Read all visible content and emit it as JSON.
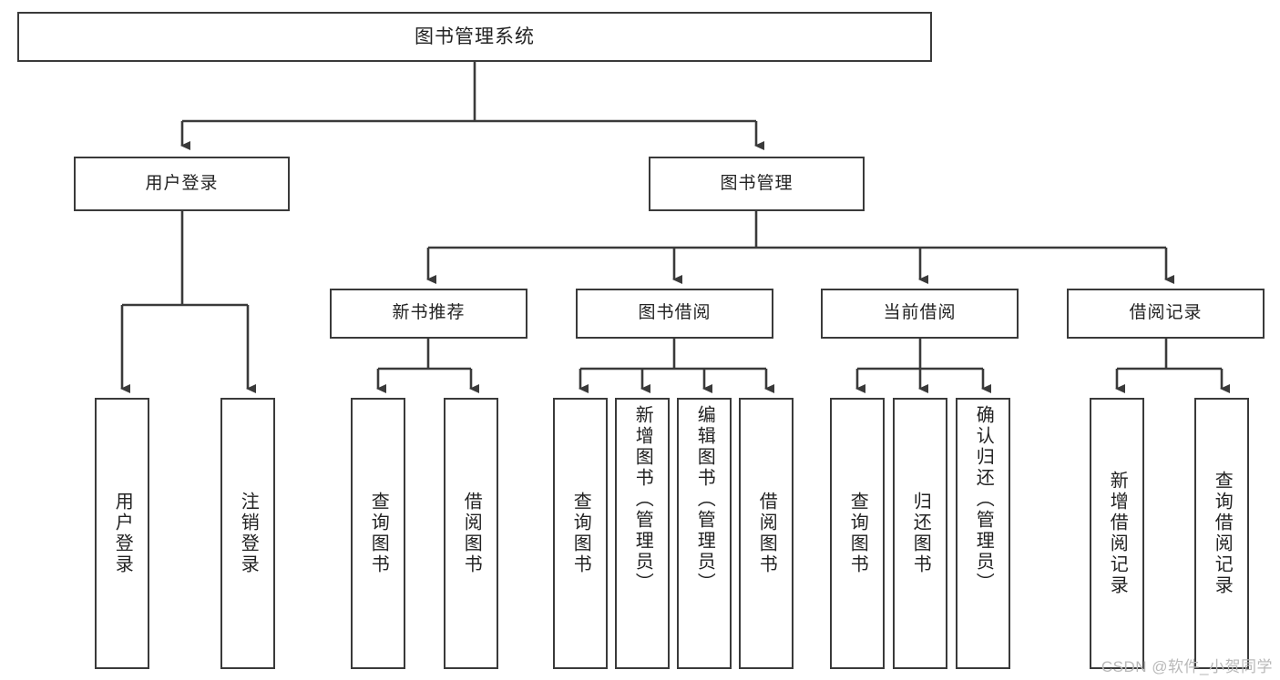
{
  "diagram": {
    "type": "tree",
    "title": "图书管理系统",
    "root": {
      "id": "root",
      "label": "图书管理系统",
      "orientation": "horizontal"
    },
    "level1": [
      {
        "id": "user-login",
        "label": "用户登录",
        "orientation": "horizontal"
      },
      {
        "id": "book-manage",
        "label": "图书管理",
        "orientation": "horizontal"
      }
    ],
    "level2": [
      {
        "id": "new-book-recommend",
        "label": "新书推荐",
        "orientation": "horizontal",
        "parent": "book-manage"
      },
      {
        "id": "book-borrow",
        "label": "图书借阅",
        "orientation": "horizontal",
        "parent": "book-manage"
      },
      {
        "id": "current-borrow",
        "label": "当前借阅",
        "orientation": "horizontal",
        "parent": "book-manage"
      },
      {
        "id": "borrow-record",
        "label": "借阅记录",
        "orientation": "horizontal",
        "parent": "book-manage"
      }
    ],
    "leaves": [
      {
        "id": "leaf-user-login",
        "label": "用户登录",
        "parent": "user-login",
        "orientation": "vertical"
      },
      {
        "id": "leaf-user-logout",
        "label": "注销登录",
        "parent": "user-login",
        "orientation": "vertical"
      },
      {
        "id": "leaf-query-book-1",
        "label": "查询图书",
        "parent": "new-book-recommend",
        "orientation": "vertical"
      },
      {
        "id": "leaf-borrow-book-1",
        "label": "借阅图书",
        "parent": "new-book-recommend",
        "orientation": "vertical"
      },
      {
        "id": "leaf-query-book-2",
        "label": "查询图书",
        "parent": "book-borrow",
        "orientation": "vertical"
      },
      {
        "id": "leaf-add-book",
        "label": "新增图书（管理员）",
        "parent": "book-borrow",
        "orientation": "vertical"
      },
      {
        "id": "leaf-edit-book",
        "label": "编辑图书（管理员）",
        "parent": "book-borrow",
        "orientation": "vertical"
      },
      {
        "id": "leaf-borrow-book-2",
        "label": "借阅图书",
        "parent": "book-borrow",
        "orientation": "vertical"
      },
      {
        "id": "leaf-query-book-3",
        "label": "查询图书",
        "parent": "current-borrow",
        "orientation": "vertical"
      },
      {
        "id": "leaf-return-book",
        "label": "归还图书",
        "parent": "current-borrow",
        "orientation": "vertical"
      },
      {
        "id": "leaf-confirm-return",
        "label": "确认归还（管理员）",
        "parent": "current-borrow",
        "orientation": "vertical"
      },
      {
        "id": "leaf-add-record",
        "label": "新增借阅记录",
        "parent": "borrow-record",
        "orientation": "vertical"
      },
      {
        "id": "leaf-query-record",
        "label": "查询借阅记录",
        "parent": "borrow-record",
        "orientation": "vertical"
      }
    ],
    "colors": {
      "background": "#ffffff",
      "node_fill": "#ffffff",
      "node_border": "#3a3a3a",
      "text": "#222222",
      "connector": "#3a3a3a",
      "watermark": "#b9b9b9"
    }
  },
  "watermark": {
    "text": "CSDN @软件_小贺同学"
  }
}
